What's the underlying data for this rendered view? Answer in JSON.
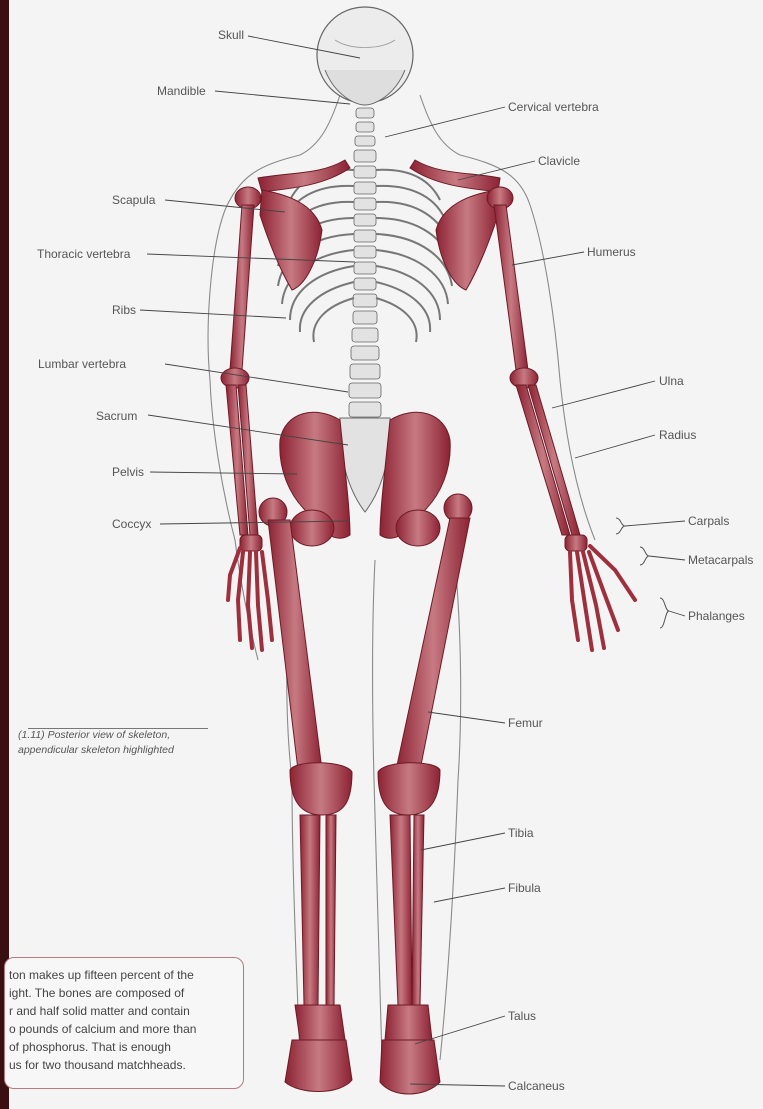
{
  "labels": {
    "left": [
      {
        "key": "skull",
        "text": "Skull"
      },
      {
        "key": "mandible",
        "text": "Mandible"
      },
      {
        "key": "scapula",
        "text": "Scapula"
      },
      {
        "key": "thoracic_vertebra",
        "text": "Thoracic vertebra"
      },
      {
        "key": "ribs",
        "text": "Ribs"
      },
      {
        "key": "lumbar_vertebra",
        "text": "Lumbar vertebra"
      },
      {
        "key": "sacrum",
        "text": "Sacrum"
      },
      {
        "key": "pelvis",
        "text": "Pelvis"
      },
      {
        "key": "coccyx",
        "text": "Coccyx"
      }
    ],
    "right": [
      {
        "key": "cervical_vertebra",
        "text": "Cervical vertebra"
      },
      {
        "key": "clavicle",
        "text": "Clavicle"
      },
      {
        "key": "humerus",
        "text": "Humerus"
      },
      {
        "key": "ulna",
        "text": "Ulna"
      },
      {
        "key": "radius",
        "text": "Radius"
      },
      {
        "key": "carpals",
        "text": "Carpals"
      },
      {
        "key": "metacarpals",
        "text": "Metacarpals"
      },
      {
        "key": "phalanges",
        "text": "Phalanges"
      },
      {
        "key": "femur",
        "text": "Femur"
      },
      {
        "key": "tibia",
        "text": "Tibia"
      },
      {
        "key": "fibula",
        "text": "Fibula"
      },
      {
        "key": "talus",
        "text": "Talus"
      },
      {
        "key": "calcaneus",
        "text": "Calcaneus"
      }
    ]
  },
  "caption": {
    "line1": "(1.11) Posterior view of skeleton,",
    "line2": "appendicular skeleton highlighted"
  },
  "fact_box": {
    "lines": [
      "ton makes up fifteen percent of the",
      "ight.  The bones are composed of",
      "r and half solid matter and contain",
      "o pounds of calcium and more than",
      "of phosphorus. That is enough",
      "us for two thousand matchheads."
    ]
  },
  "colors": {
    "highlight": "#9e2f3c",
    "axial_bone": "#e6e6e6",
    "outline": "#6a6a6a",
    "leader": "#444444"
  }
}
